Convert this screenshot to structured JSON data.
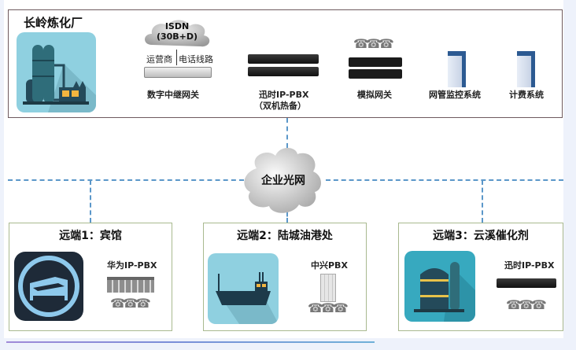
{
  "headquarters": {
    "title": "长岭炼化厂",
    "isdn_cloud": {
      "line1": "ISDN",
      "line2": "(30B+D)"
    },
    "carrier_line_label_left": "运营商",
    "carrier_line_label_right": "电话线路",
    "devices": [
      {
        "label": "数字中继网关",
        "icon": "gateway-device-icon"
      },
      {
        "label": "迅时IP-PBX",
        "sublabel": "（双机热备）",
        "icon": "ip-pbx-icon"
      },
      {
        "label": "模拟网关",
        "icon": "analog-gateway-icon"
      },
      {
        "label": "网管监控系统",
        "icon": "server-icon"
      },
      {
        "label": "计费系统",
        "icon": "server-icon"
      }
    ]
  },
  "network": {
    "cloud_label": "企业光网"
  },
  "remotes": [
    {
      "title": "远端1：宾馆",
      "device_label": "华为IP-PBX",
      "icon": "hotel-bed-icon",
      "tile_color": "#1e2a38"
    },
    {
      "title": "远端2：陆城油港处",
      "device_label": "中兴PBX",
      "icon": "ship-icon",
      "tile_color": "#8fd0e0"
    },
    {
      "title": "远端3：云溪催化剂",
      "device_label": "迅时IP-PBX",
      "icon": "chemical-plant-icon",
      "tile_color": "#37a9bf"
    }
  ],
  "colors": {
    "link_dash": "#5b97c9",
    "hq_border": "#6e5a5e",
    "remote_border": "#a9b98f"
  }
}
